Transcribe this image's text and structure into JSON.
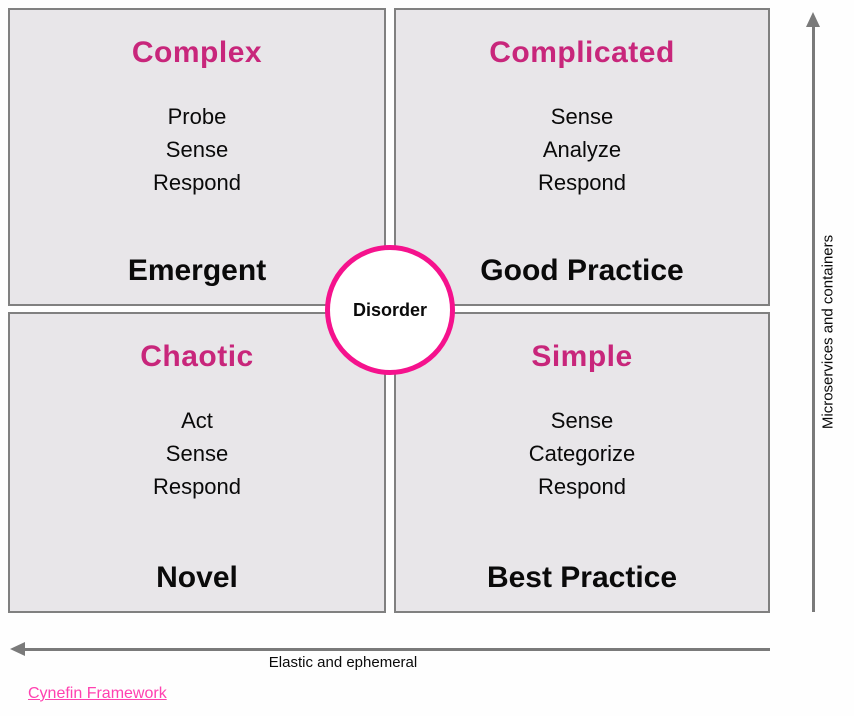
{
  "quadrants": [
    {
      "id": "complex",
      "title": "Complex",
      "steps": [
        "Probe",
        "Sense",
        "Respond"
      ],
      "label": "Emergent"
    },
    {
      "id": "complicated",
      "title": "Complicated",
      "steps": [
        "Sense",
        "Analyze",
        "Respond"
      ],
      "label": "Good Practice"
    },
    {
      "id": "chaotic",
      "title": "Chaotic",
      "steps": [
        "Act",
        "Sense",
        "Respond"
      ],
      "label": "Novel"
    },
    {
      "id": "simple",
      "title": "Simple",
      "steps": [
        "Sense",
        "Categorize",
        "Respond"
      ],
      "label": "Best Practice"
    }
  ],
  "center": {
    "label": "Disorder"
  },
  "axes": {
    "vertical_label": "Microservices and containers",
    "horizontal_label": "Elastic and ephemeral"
  },
  "footer": {
    "link_text": "Cynefin Framework"
  },
  "colors": {
    "quadrant_fill": "#e8e6e9",
    "quadrant_border": "#808080",
    "title_pink": "#c8267b",
    "circle_pink": "#f5128d",
    "link_pink": "#ff41b0",
    "arrow_gray": "#7a7a7a"
  }
}
